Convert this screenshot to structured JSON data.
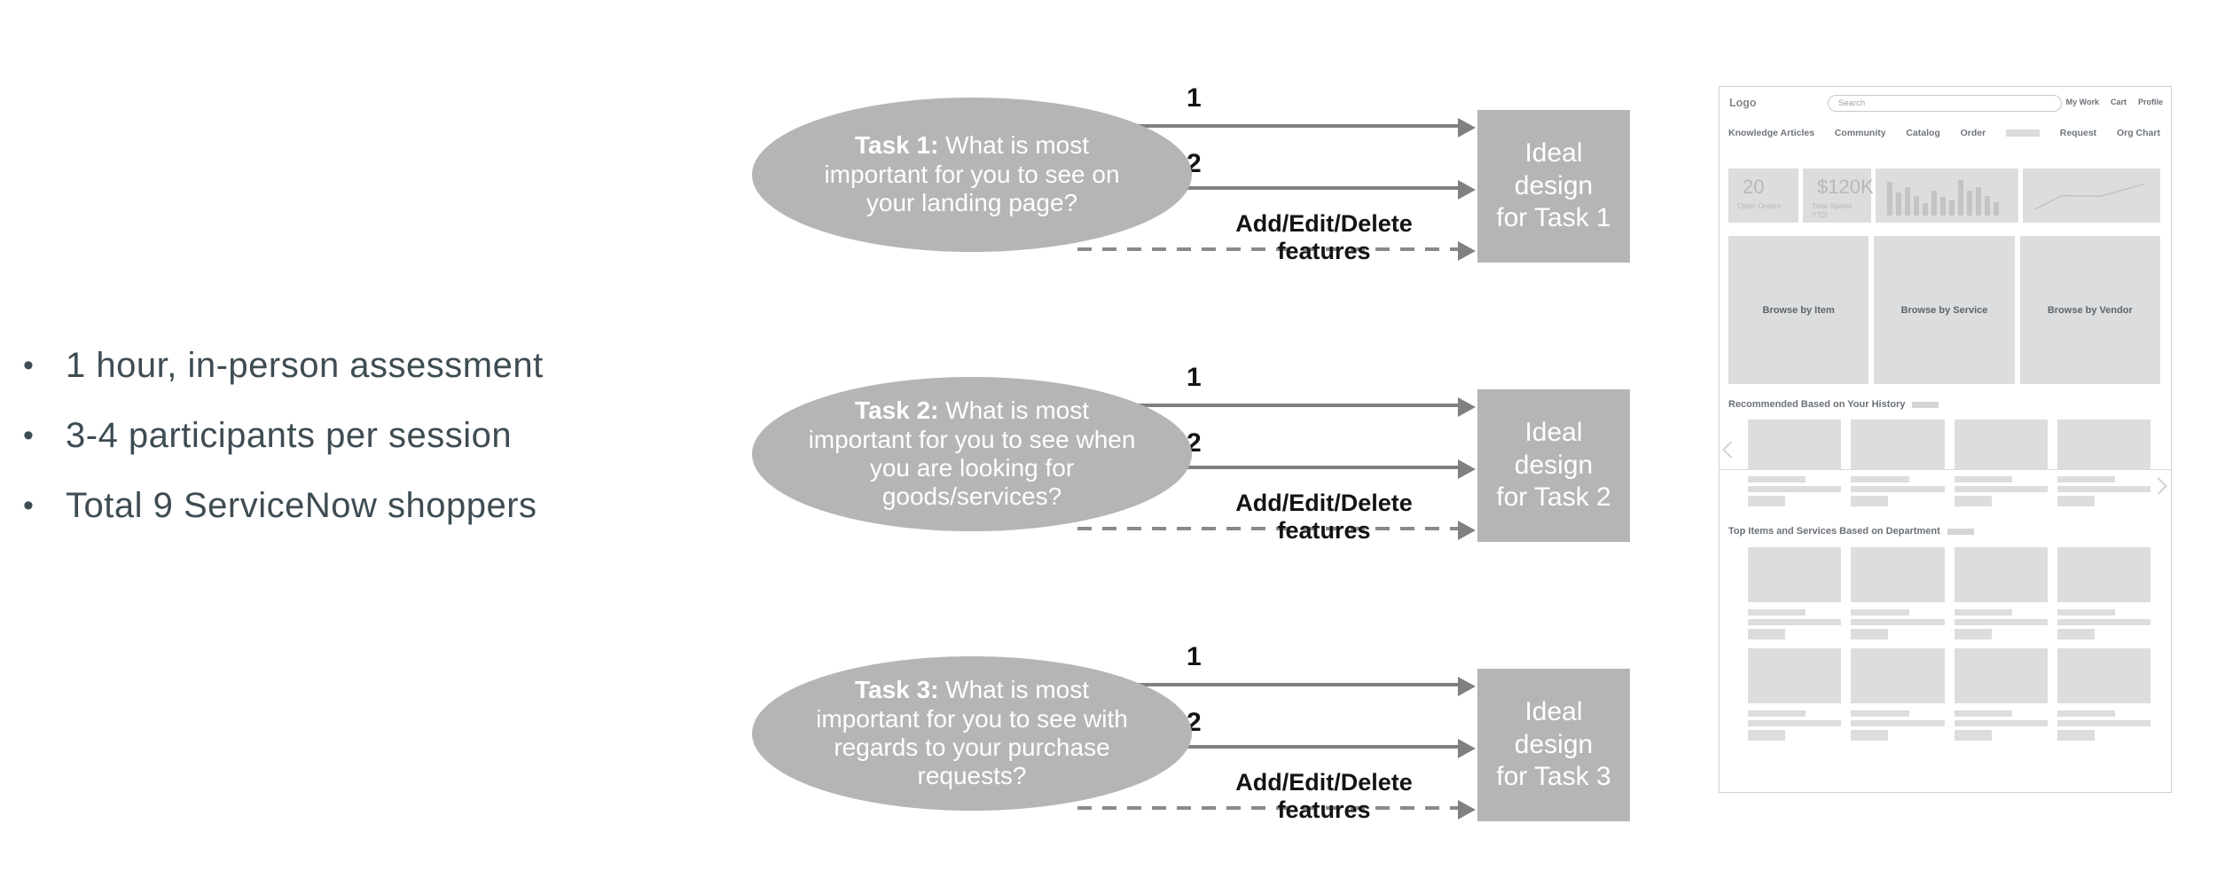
{
  "slide": {
    "bullet_glyph": "•",
    "bullets": [
      "1 hour, in-person assessment",
      "3-4 participants per session",
      "Total 9 ServiceNow shoppers"
    ]
  },
  "tasks": [
    {
      "label": "Task 1:",
      "question": " What is most important for you to see on your landing page?",
      "arrow1_label": "1",
      "arrow2_label": "2",
      "arrow3_label": "Add/Edit/Delete features",
      "result": "Ideal\ndesign\nfor Task 1"
    },
    {
      "label": "Task 2:",
      "question": " What is most important for you to see when you are looking for goods/services?",
      "arrow1_label": "1",
      "arrow2_label": "2",
      "arrow3_label": "Add/Edit/Delete features",
      "result": "Ideal\ndesign\nfor Task 2"
    },
    {
      "label": "Task 3:",
      "question": " What is most important for you to see with regards to your purchase requests?",
      "arrow1_label": "1",
      "arrow2_label": "2",
      "arrow3_label": "Add/Edit/Delete features",
      "result": "Ideal\ndesign\nfor Task 3"
    }
  ],
  "wireframe": {
    "logo": "Logo",
    "search_placeholder": "Search",
    "header_links": [
      "My Work",
      "Cart",
      "Profile"
    ],
    "nav_items": [
      "Knowledge Articles",
      "Community",
      "Catalog",
      "Order",
      "Request",
      "Org Chart"
    ],
    "stats": [
      {
        "value": "20",
        "label": "Open Orders"
      },
      {
        "value": "$120K",
        "label": "Total Spend YTD"
      }
    ],
    "bar_chart_heights": [
      0.85,
      0.58,
      0.72,
      0.48,
      0.32,
      0.62,
      0.46,
      0.38,
      0.88,
      0.62,
      0.72,
      0.5,
      0.34
    ],
    "line_chart_points": "4,46 26,28 57,29 93,13",
    "browse_tiles": [
      "Browse by Item",
      "Browse by Service",
      "Browse by Vendor"
    ],
    "section_recommended": "Recommended Based on Your History",
    "section_top_items": "Top Items and Services Based on Department"
  },
  "colors": {
    "ellipse_fill": "#b5b5b5",
    "box_fill": "#b5b5b5",
    "arrow": "#808080",
    "bullet_text": "#3e4c53",
    "placeholder_fill": "#dcddde"
  }
}
